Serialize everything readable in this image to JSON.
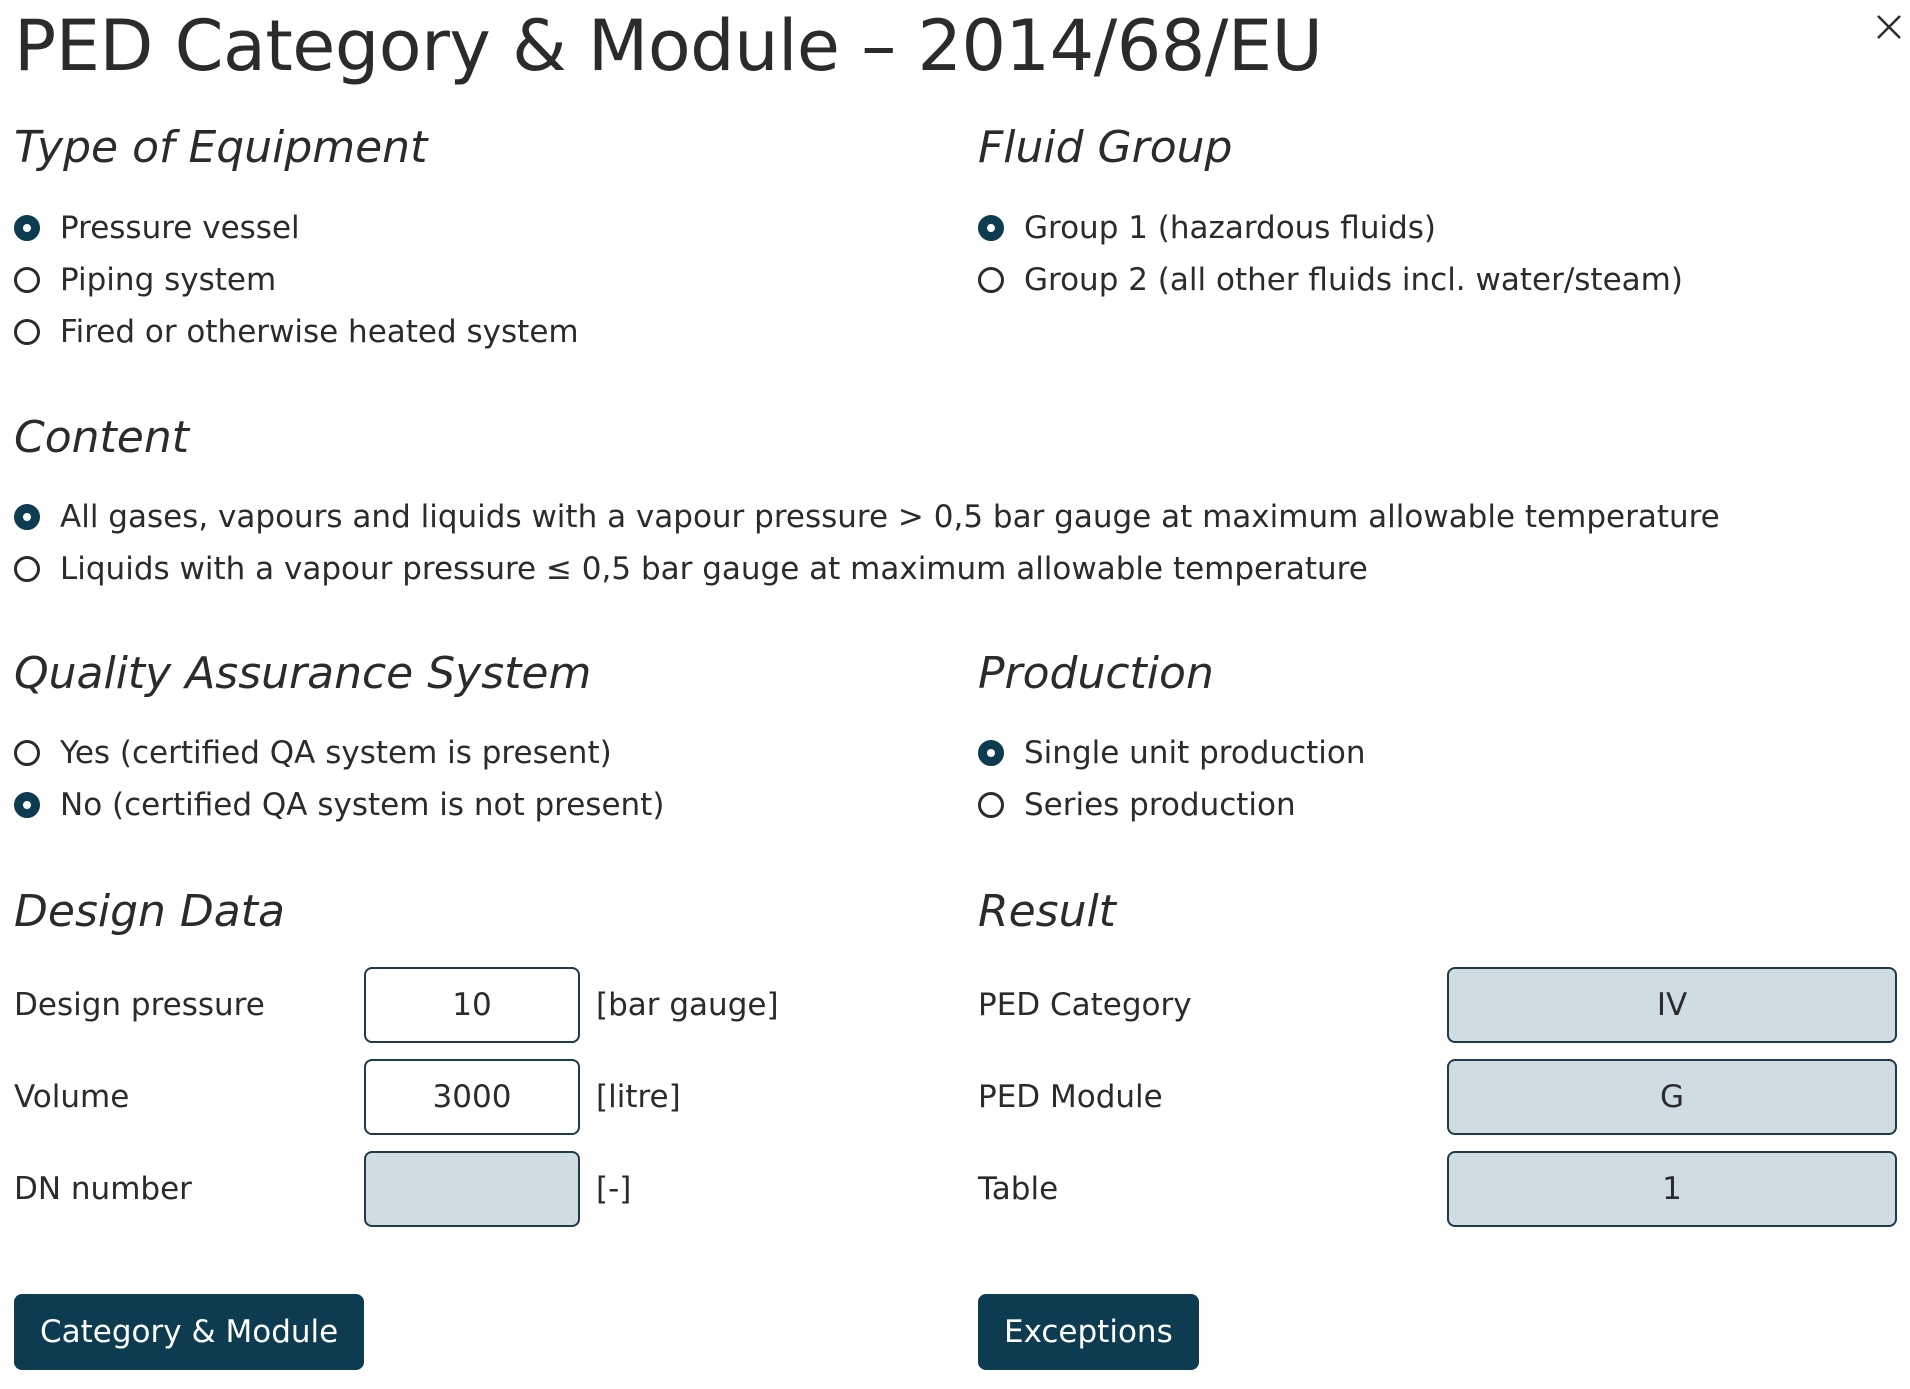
{
  "dialog": {
    "title": "PED Category & Module – 2014/68/EU",
    "close_icon": "close-icon"
  },
  "equipment": {
    "title": "Type of Equipment",
    "options": [
      "Pressure vessel",
      "Piping system",
      "Fired or otherwise heated system"
    ],
    "selected": 0
  },
  "fluid_group": {
    "title": "Fluid Group",
    "options": [
      "Group 1 (hazardous fluids)",
      "Group 2 (all other fluids incl. water/steam)"
    ],
    "selected": 0
  },
  "content": {
    "title": "Content",
    "options": [
      "All gases, vapours and liquids with a vapour pressure > 0,5 bar gauge at maximum allowable temperature",
      "Liquids with a vapour pressure ≤ 0,5 bar gauge at maximum allowable temperature"
    ],
    "selected": 0
  },
  "qa_system": {
    "title": "Quality Assurance System",
    "options": [
      "Yes (certified QA system is present)",
      "No (certified QA system is not present)"
    ],
    "selected": 1
  },
  "production": {
    "title": "Production",
    "options": [
      "Single unit production",
      "Series production"
    ],
    "selected": 0
  },
  "design_data": {
    "title": "Design Data",
    "pressure": {
      "label": "Design pressure",
      "value": "10",
      "unit": "[bar gauge]"
    },
    "volume": {
      "label": "Volume",
      "value": "3000",
      "unit": "[litre]"
    },
    "dn": {
      "label": "DN number",
      "value": "",
      "unit": "[-]"
    }
  },
  "result": {
    "title": "Result",
    "category": {
      "label": "PED Category",
      "value": "IV"
    },
    "module": {
      "label": "PED Module",
      "value": "G"
    },
    "table": {
      "label": "Table",
      "value": "1"
    }
  },
  "buttons": {
    "category_module": "Category & Module",
    "exceptions": "Exceptions"
  },
  "colors": {
    "accent": "#0d3b4f",
    "disabled_field": "#cfdce2",
    "text": "#2b2b2b"
  }
}
